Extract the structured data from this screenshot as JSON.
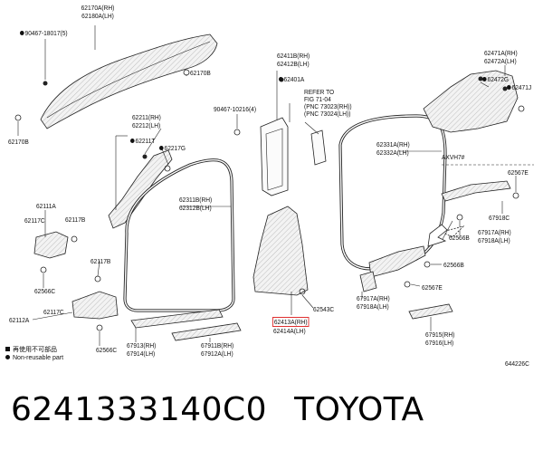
{
  "labels": {
    "p62170A": "62170A(RH)",
    "p62180A": "62180A(LH)",
    "p90467_18017": "90467-18017(5)",
    "p62170B_a": "62170B",
    "p62170B_b": "62170B",
    "p62411B": "62411B(RH)",
    "p62412B": "62412B(LH)",
    "p62401A": "62401A",
    "refer_1": "REFER TO",
    "refer_2": "FIG 71-04",
    "refer_3": "(PNC 73023(RH))",
    "refer_4": "(PNC 73024(LH))",
    "p62471A": "62471A(RH)",
    "p62472A": "62472A(LH)",
    "p62472G": "62472G",
    "p62471J": "62471J",
    "p90467_10216": "90467-10216(4)",
    "p62211": "62211(RH)",
    "p62212": "62212(LH)",
    "p62211T": "62211T",
    "p62217G": "62217G",
    "p62331A": "62331A(RH)",
    "p62332A": "62332A(LH)",
    "axvh7": "AXVH7#",
    "p62567E_a": "62567E",
    "p62311B": "62311B(RH)",
    "p62312B": "62312B(LH)",
    "p62111A": "62111A",
    "p62117C_a": "62117C",
    "p62117B_a": "62117B",
    "p62566C_a": "62566C",
    "p62117B_b": "62117B",
    "p62918C": "67918C",
    "p62566B_a": "62566B",
    "p67917A": "67917A(RH)",
    "p67918A": "67918A(LH)",
    "p62566B_b": "62566B",
    "p62567E_b": "62567E",
    "p62112A": "62112A",
    "p62117C_b": "62117C",
    "p62413A": "62413A(RH)",
    "p62414A": "62414A(LH)",
    "p62543C": "62543C",
    "p67917B": "67917A(RH)",
    "p67918B": "67918A(LH)",
    "p62566C_b": "62566C",
    "p67913": "67913(RH)",
    "p67914": "67914(LH)",
    "p67911B": "67911B(RH)",
    "p67912A": "67912A(LH)",
    "p67915": "67915(RH)",
    "p67916": "67916(LH)",
    "code": "644226C"
  },
  "legend": {
    "reused": "再使用不可部品",
    "nonreusable": "Non-reusable part"
  },
  "footer": {
    "part_number": "6241333140C0",
    "brand": "TOYOTA"
  },
  "colors": {
    "highlight": "#e03030",
    "ink": "#222222"
  }
}
